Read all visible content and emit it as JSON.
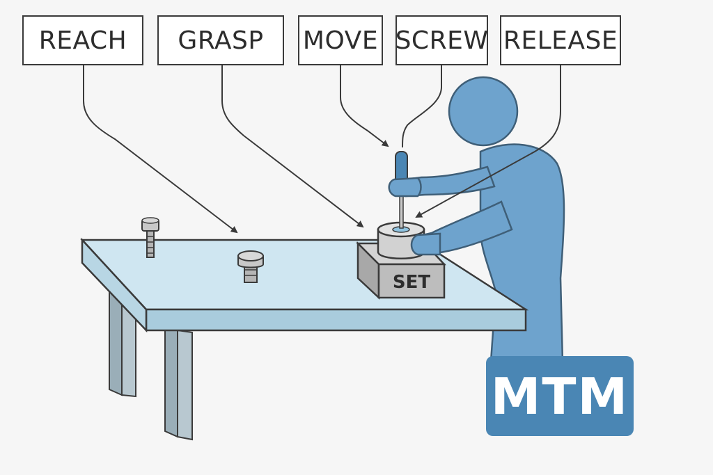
{
  "labels": {
    "reach": "REACH",
    "grasp": "GRASP",
    "move": "MOVE",
    "screw": "SCREW",
    "release": "RELEASE"
  },
  "block_label": "SET",
  "badge_text": "MTM",
  "colors": {
    "background": "#f6f6f6",
    "table_top": "#cfe6f1",
    "table_edge": "#a9ccdd",
    "table_legs": "#9aaeb8",
    "person": "#6ea3cd",
    "person_outline": "#3f5f78",
    "block": "#bdbdbd",
    "badge": "#4a86b4",
    "stroke": "#3a3a3a"
  }
}
